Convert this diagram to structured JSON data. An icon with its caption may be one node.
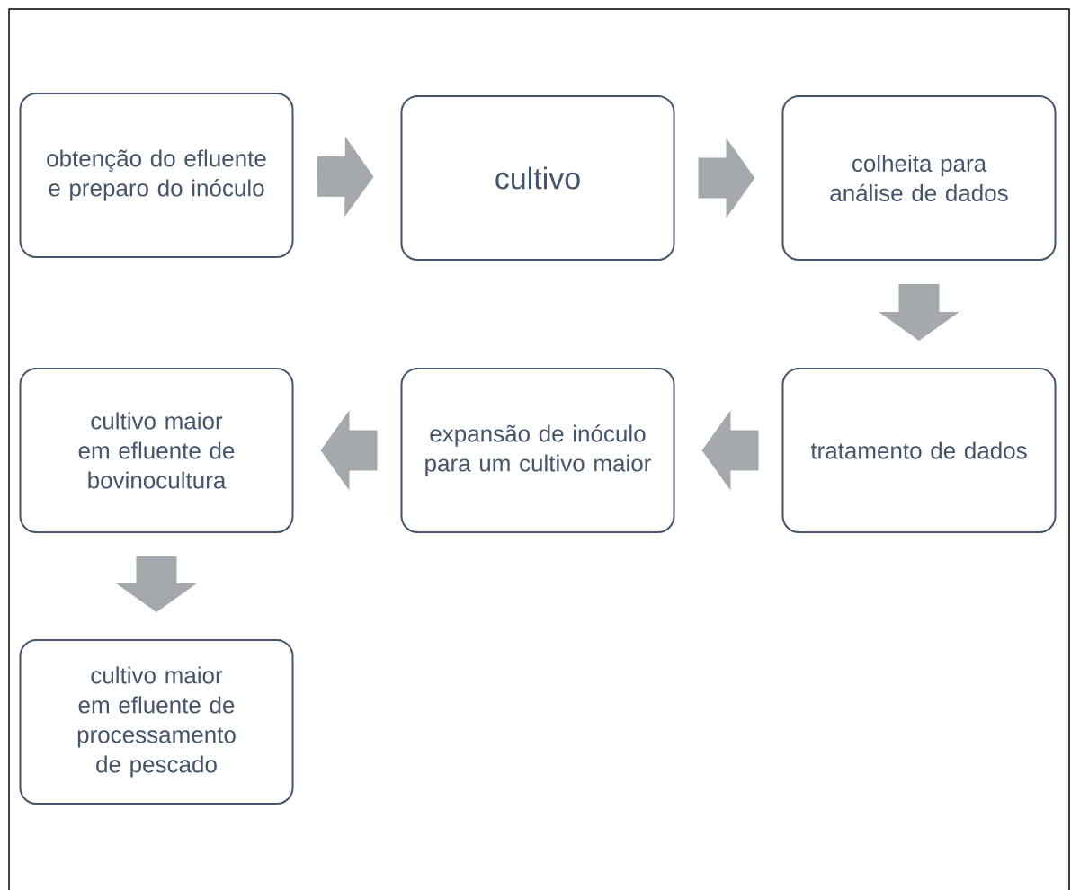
{
  "diagram": {
    "nodes": [
      {
        "text": [
          "obtenção do efluente e preparo do inóculo"
        ]
      },
      {
        "text": [
          "cultivo"
        ]
      },
      {
        "text": [
          "colheita para análise de dados"
        ]
      },
      {
        "text": [
          "tratamento de dados"
        ]
      },
      {
        "text": [
          "expansão de inóculo para um cultivo maior"
        ]
      },
      {
        "text": [
          "cultivo maior em efluente de bovinocultura"
        ]
      },
      {
        "text": [
          "cultivo maior em efluente de processamento de pescado"
        ]
      }
    ],
    "edges": [
      {
        "from": 0,
        "to": 1,
        "arrow": "to"
      },
      {
        "from": 1,
        "to": 2,
        "arrow": "to"
      },
      {
        "from": 2,
        "to": 3,
        "arrow": "to"
      },
      {
        "from": 3,
        "to": 4,
        "arrow": "to"
      },
      {
        "from": 4,
        "to": 5,
        "arrow": "to"
      },
      {
        "from": 5,
        "to": 6,
        "arrow": "to"
      }
    ]
  }
}
